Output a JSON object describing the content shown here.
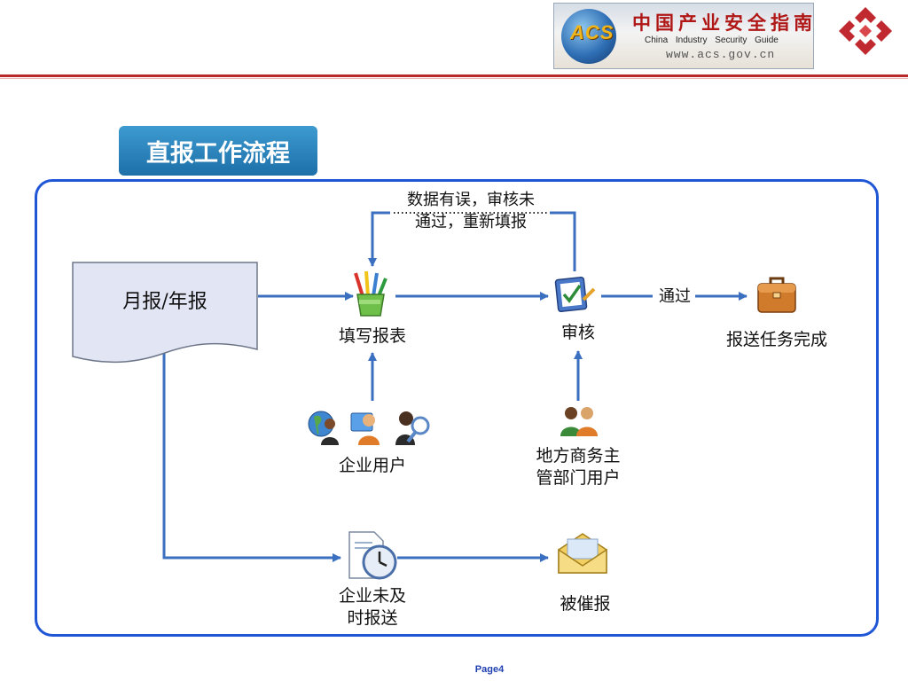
{
  "header": {
    "banner": {
      "logo_text": "ACS",
      "title_cn": "中国产业安全指南",
      "title_en": "China  Industry  Security  Guide",
      "url": "www.acs.gov.cn"
    }
  },
  "slide": {
    "title": "直报工作流程",
    "page_label": "Page4"
  },
  "diagram": {
    "start_doc": "月报/年报",
    "fill_form": "填写报表",
    "review": "审核",
    "pass_label": "通过",
    "complete": "报送任务完成",
    "reject_line1": "数据有误，审核未",
    "reject_line2": "通过，重新填报",
    "enterprise_user": "企业用户",
    "local_user_line1": "地方商务主",
    "local_user_line2": "管部门用户",
    "late_line1": "企业未及",
    "late_line2": "时报送",
    "urged": "被催报"
  },
  "colors": {
    "accent_red": "#b8282b",
    "panel_border": "#1f56d6",
    "arrow": "#3b6fbf",
    "title_tab": "#2a86c0"
  }
}
